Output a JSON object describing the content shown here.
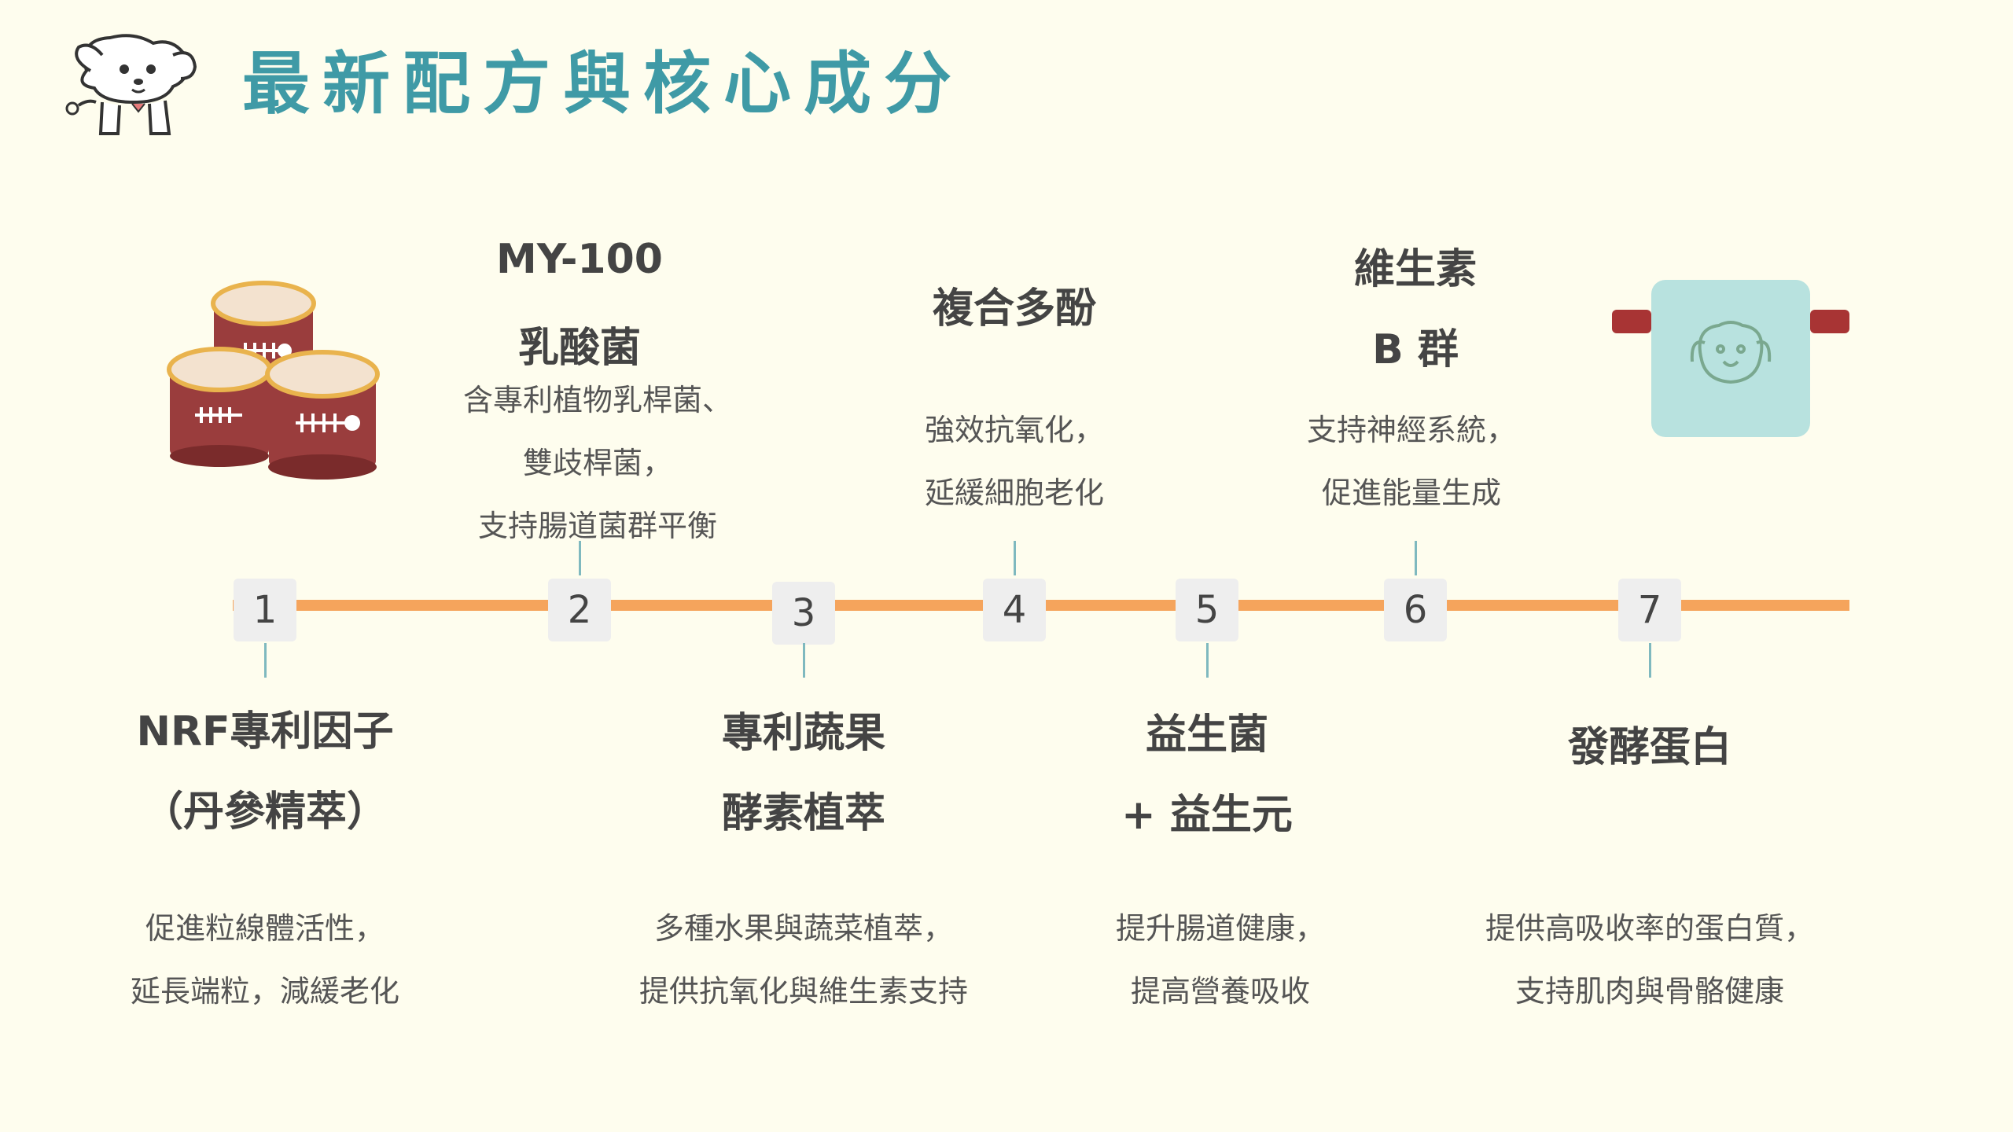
{
  "title": "最新配方與核心成分",
  "icons": [
    "puppy-logo-icon",
    "pet-food-cans-icon",
    "pet-bottle-icon"
  ],
  "colors": {
    "title": "#3f9aa6",
    "timeline": "#f5a45c",
    "background": "#fefdee",
    "tick": "#7fb9bf"
  },
  "items": [
    {
      "number": "1",
      "heading": [
        "NRF專利因子",
        "（丹參精萃）"
      ],
      "desc": [
        "促進粒線體活性，",
        "延長端粒，減緩老化"
      ]
    },
    {
      "number": "2",
      "heading": [
        "MY-100",
        "乳酸菌"
      ],
      "desc": [
        "含專利植物乳桿菌、",
        "雙歧桿菌，",
        "支持腸道菌群平衡"
      ]
    },
    {
      "number": "3",
      "heading": [
        "專利蔬果",
        "酵素植萃"
      ],
      "desc": [
        "多種水果與蔬菜植萃，",
        "提供抗氧化與維生素支持"
      ]
    },
    {
      "number": "4",
      "heading": [
        "複合多酚"
      ],
      "desc": [
        "強效抗氧化，",
        "延緩細胞老化"
      ]
    },
    {
      "number": "5",
      "heading": [
        "益生菌",
        "+ 益生元"
      ],
      "desc": [
        "提升腸道健康，",
        "提高營養吸收"
      ]
    },
    {
      "number": "6",
      "heading": [
        "維生素",
        "B 群"
      ],
      "desc": [
        "支持神經系統，",
        "促進能量生成"
      ]
    },
    {
      "number": "7",
      "heading": [
        "發酵蛋白"
      ],
      "desc": [
        "提供高吸收率的蛋白質，",
        "支持肌肉與骨骼健康"
      ]
    }
  ]
}
